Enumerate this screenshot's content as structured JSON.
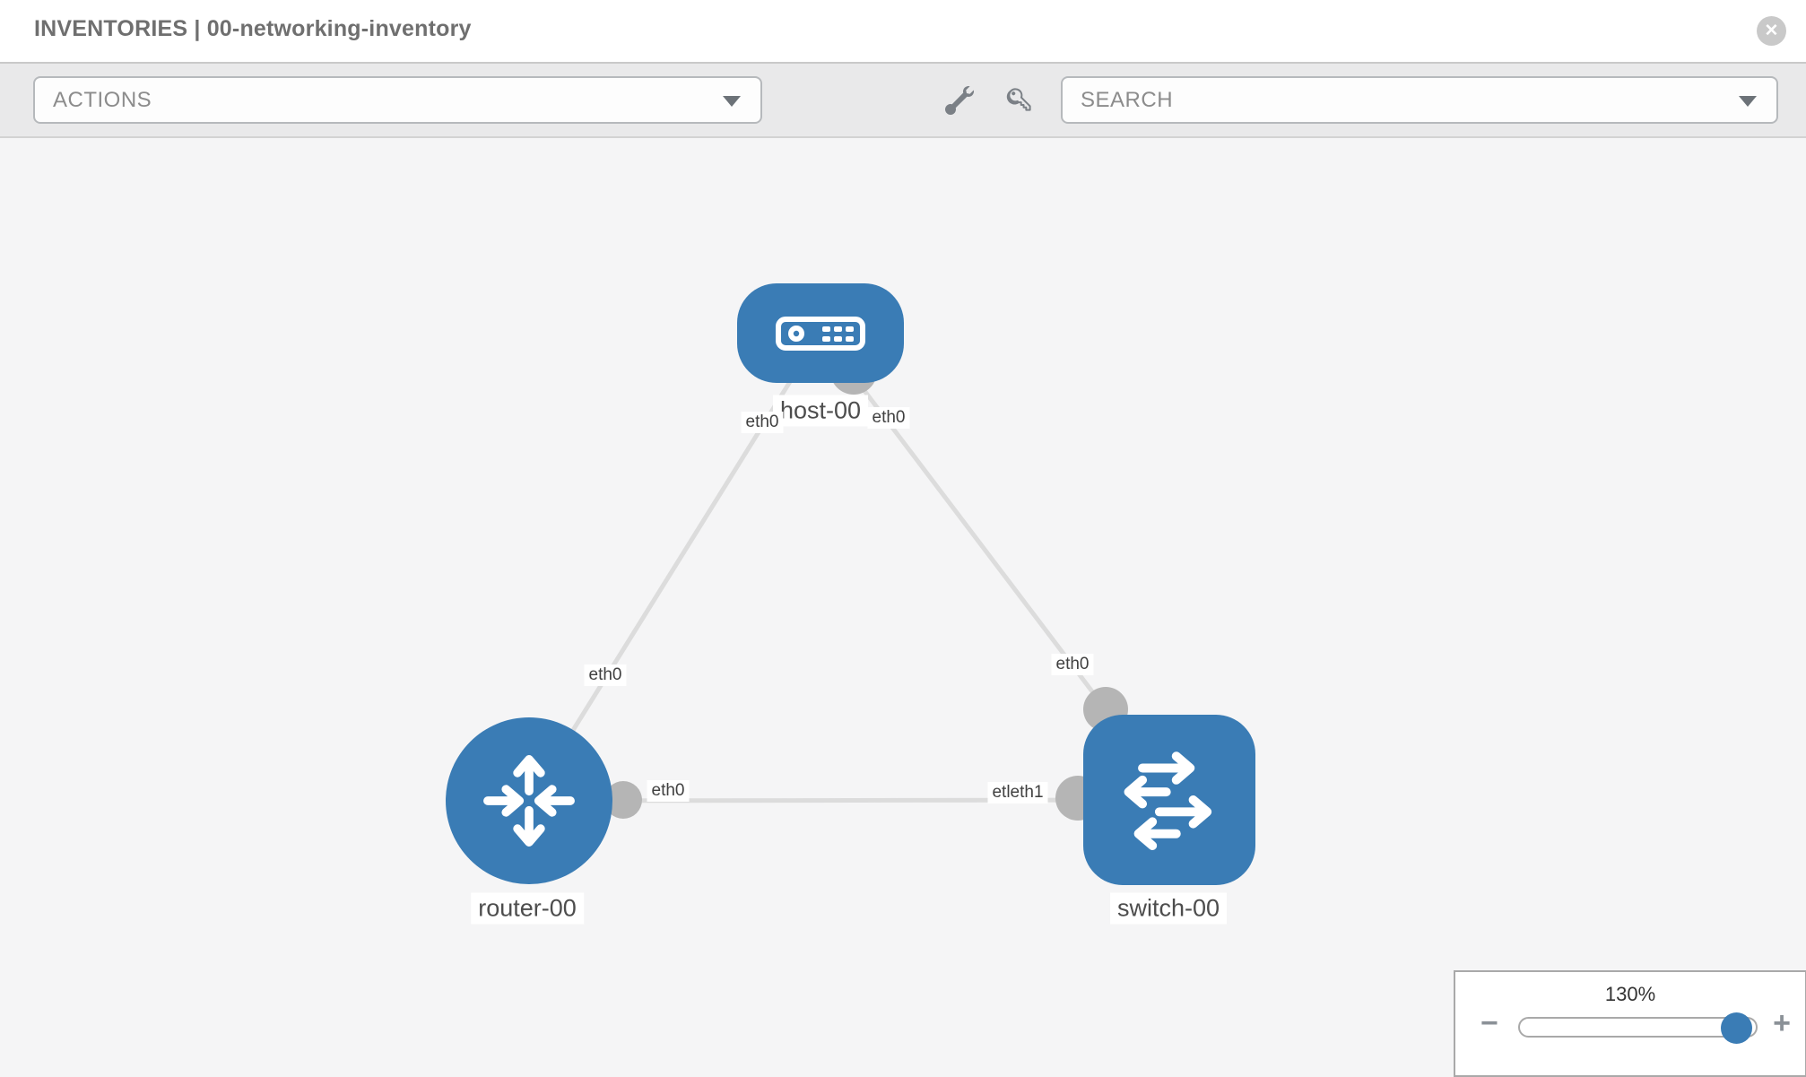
{
  "header": {
    "title": "INVENTORIES | 00-networking-inventory",
    "close_glyph": "✕"
  },
  "toolbar": {
    "actions_label": "ACTIONS",
    "search_placeholder": "SEARCH"
  },
  "diagram": {
    "nodes": [
      {
        "id": "host-00",
        "type": "host",
        "label": "host-00"
      },
      {
        "id": "router-00",
        "type": "router",
        "label": "router-00"
      },
      {
        "id": "switch-00",
        "type": "switch",
        "label": "switch-00"
      }
    ],
    "links": [
      {
        "endpoints": [
          "host-00",
          "router-00"
        ],
        "labels": [
          "eth0",
          "eth0"
        ]
      },
      {
        "endpoints": [
          "host-00",
          "switch-00"
        ],
        "labels": [
          "eth0",
          "eth0"
        ]
      },
      {
        "endpoints": [
          "router-00",
          "switch-00"
        ],
        "labels": [
          "eth0",
          "etleth1"
        ]
      }
    ]
  },
  "zoom_control": {
    "value": "130%",
    "minus_label": "−",
    "plus_label": "+"
  },
  "colors": {
    "node_blue": "#3a7cb5",
    "link_gray": "#dcdcdc",
    "connector_gray": "#b5b5b5",
    "toolbar_gray": "#e9e9ea",
    "canvas_gray": "#f5f5f6"
  }
}
